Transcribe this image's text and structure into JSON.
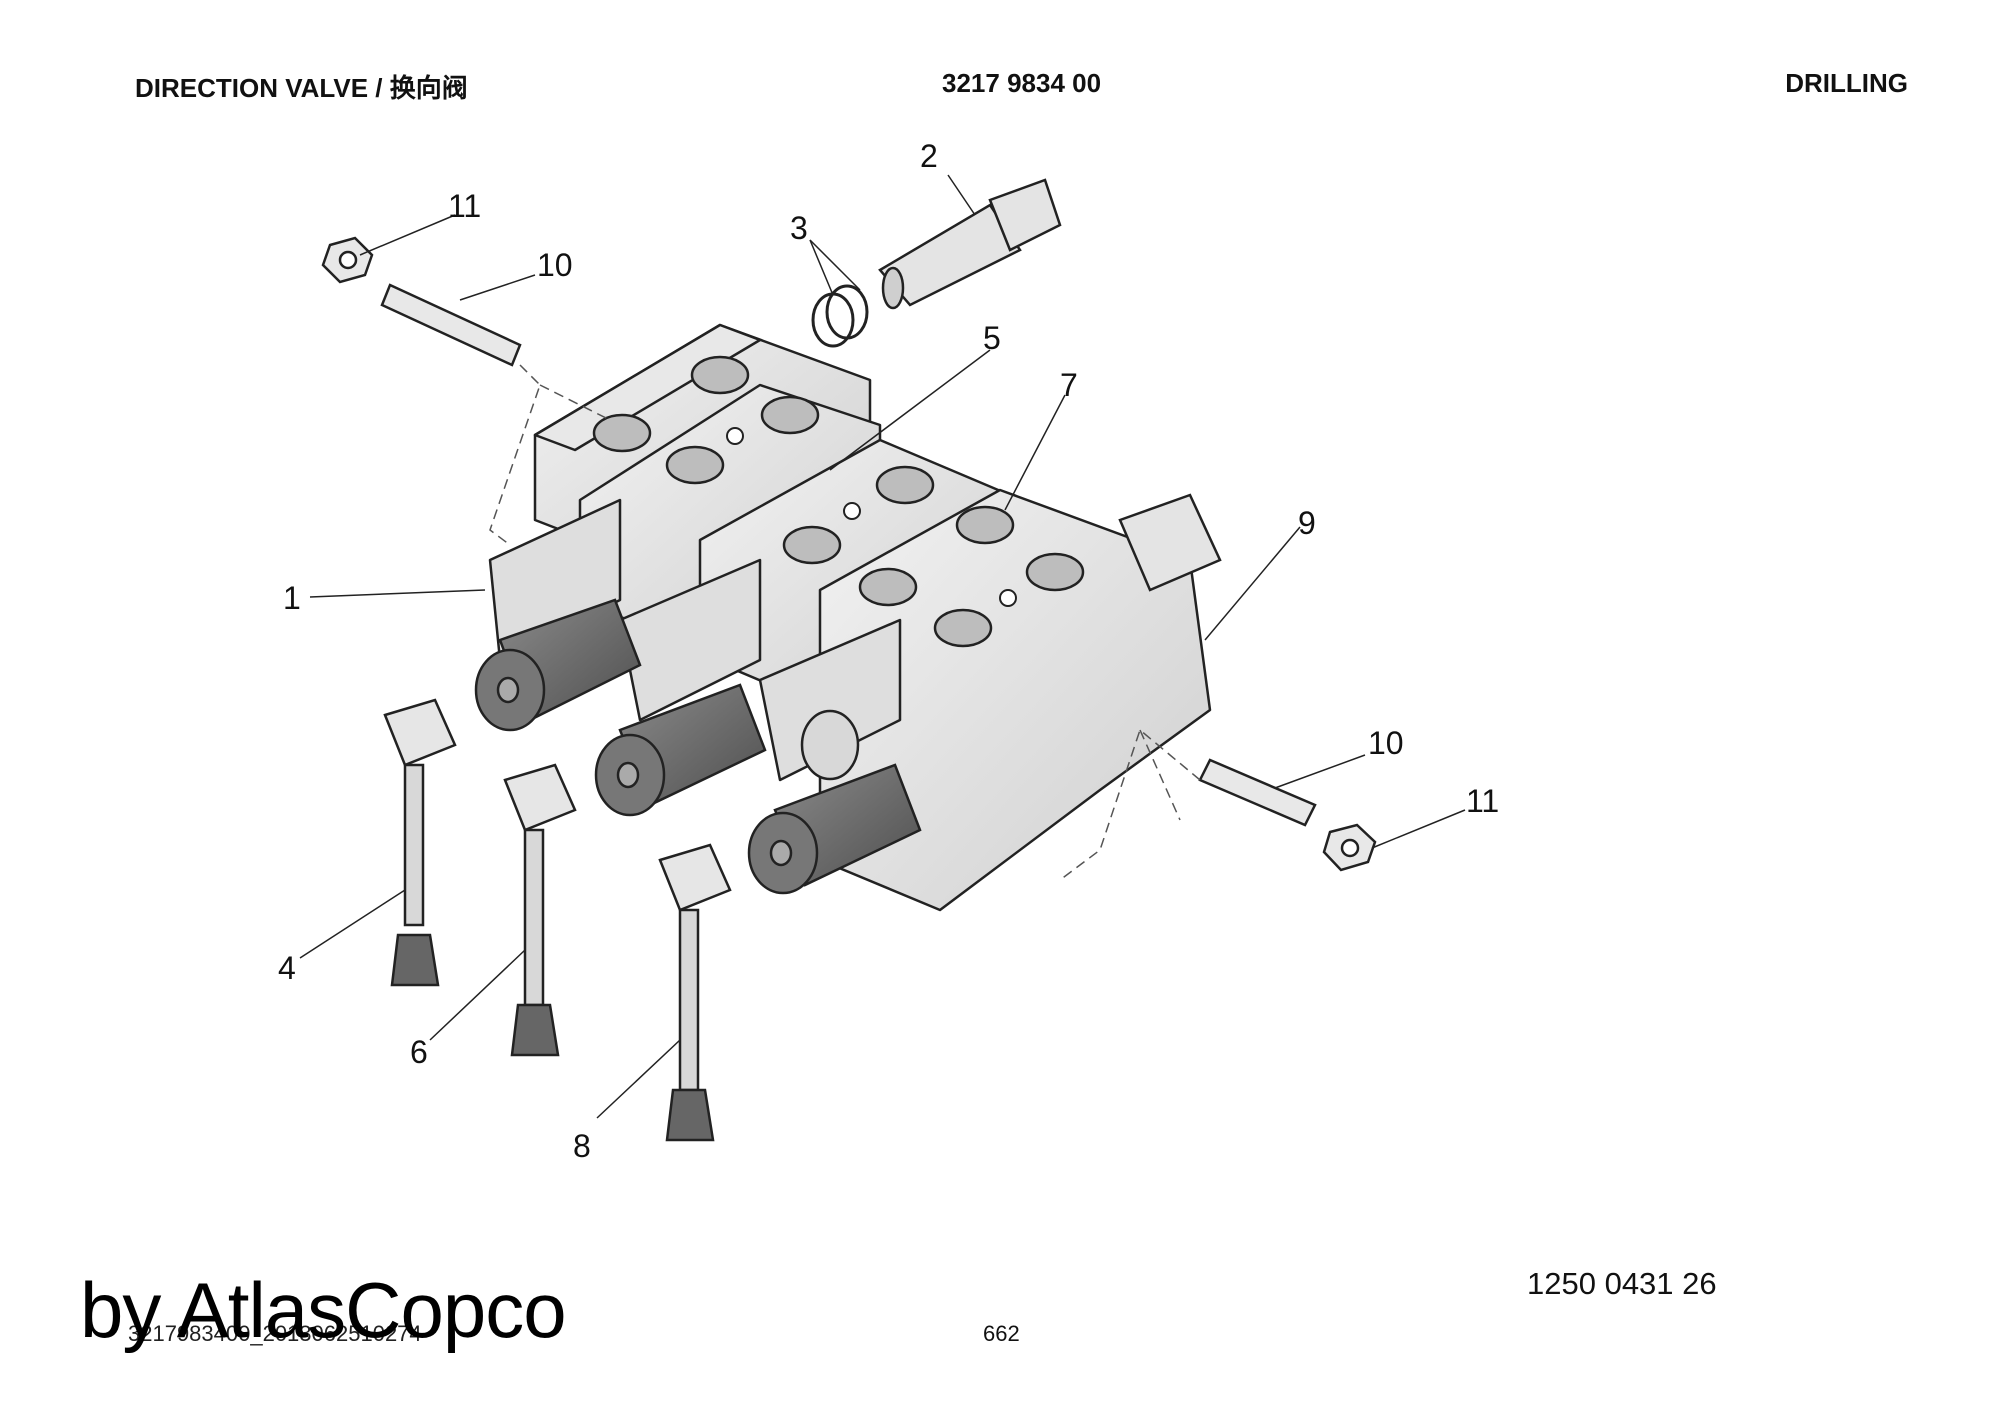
{
  "header": {
    "title": "DIRECTION VALVE / 换向阀",
    "part_number": "3217 9834 00",
    "section": "DRILLING"
  },
  "callouts": {
    "c1": "1",
    "c2": "2",
    "c3": "3",
    "c4": "4",
    "c5": "5",
    "c6": "6",
    "c7": "7",
    "c8": "8",
    "c9": "9",
    "c10a": "10",
    "c10b": "10",
    "c11a": "11",
    "c11b": "11"
  },
  "footer": {
    "drawing_number": "1250 0431 26",
    "document_id": "3217983400_2013062510274",
    "page": "662",
    "watermark": "by AtlasCopco"
  }
}
